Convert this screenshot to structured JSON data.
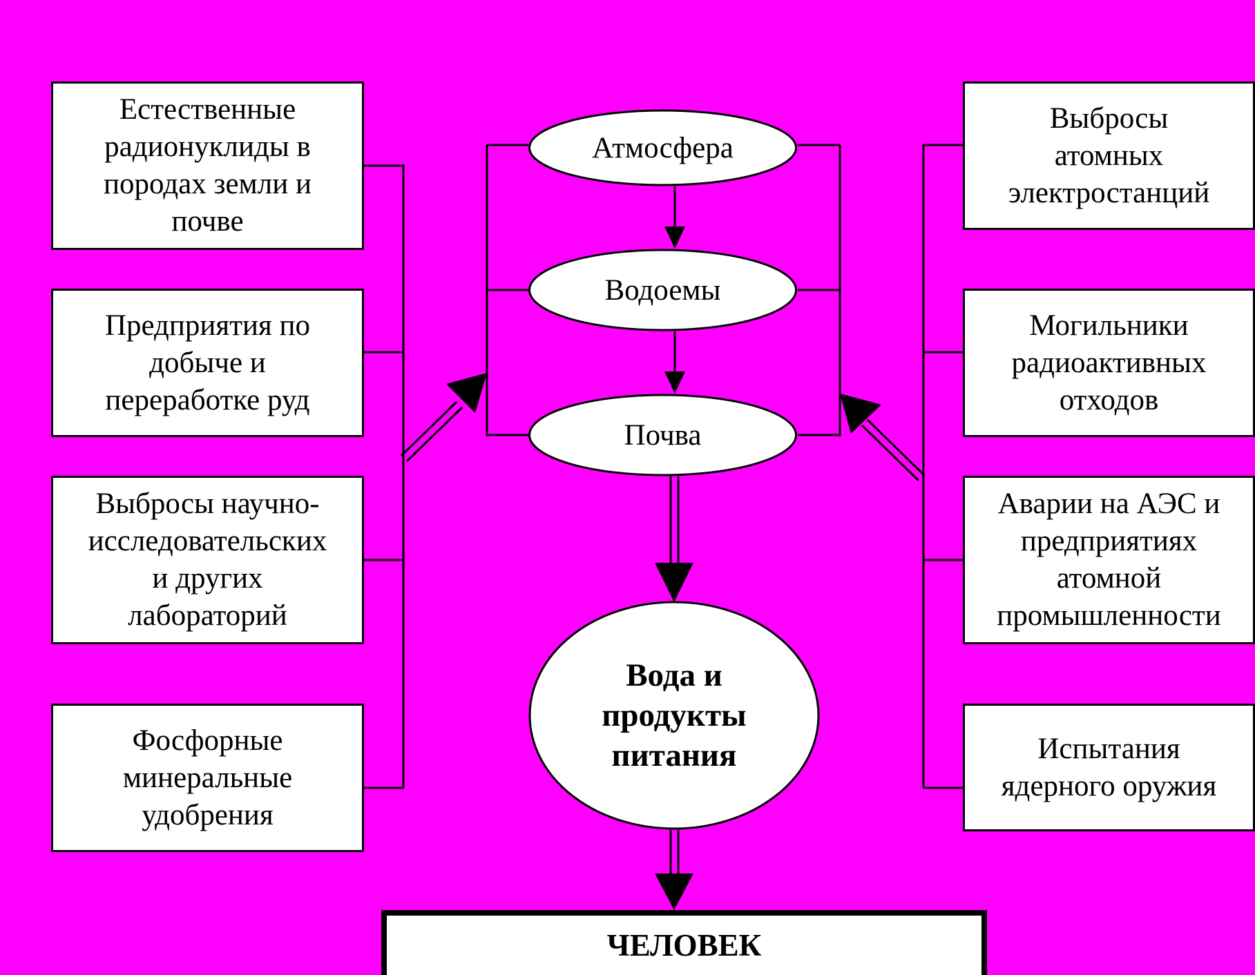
{
  "colors": {
    "background": "#ff00ff",
    "box_fill": "#ffffff",
    "stroke": "#000000"
  },
  "left_sources": [
    {
      "label": "Естественные\nрадионуклиды в\nпородах земли и\nпочве"
    },
    {
      "label": "Предприятия по\nдобыче и\nпереработке руд"
    },
    {
      "label": "Выбросы научно-\nисследовательских\nи других\nлабораторий"
    },
    {
      "label": "Фосфорные\nминеральные\nудобрения"
    }
  ],
  "right_sources": [
    {
      "label": "Выбросы\nатомных\nэлектростанций"
    },
    {
      "label": "Могильники\nрадиоактивных\nотходов"
    },
    {
      "label": "Аварии на АЭС и\nпредприятиях\nатомной\nпромышленности"
    },
    {
      "label": "Испытания\nядерного оружия"
    }
  ],
  "environment": {
    "atmosphere": "Атмосфера",
    "water_bodies": "Водоемы",
    "soil": "Почва"
  },
  "food": "Вода и\nпродукты\nпитания",
  "human": "ЧЕЛОВЕК"
}
